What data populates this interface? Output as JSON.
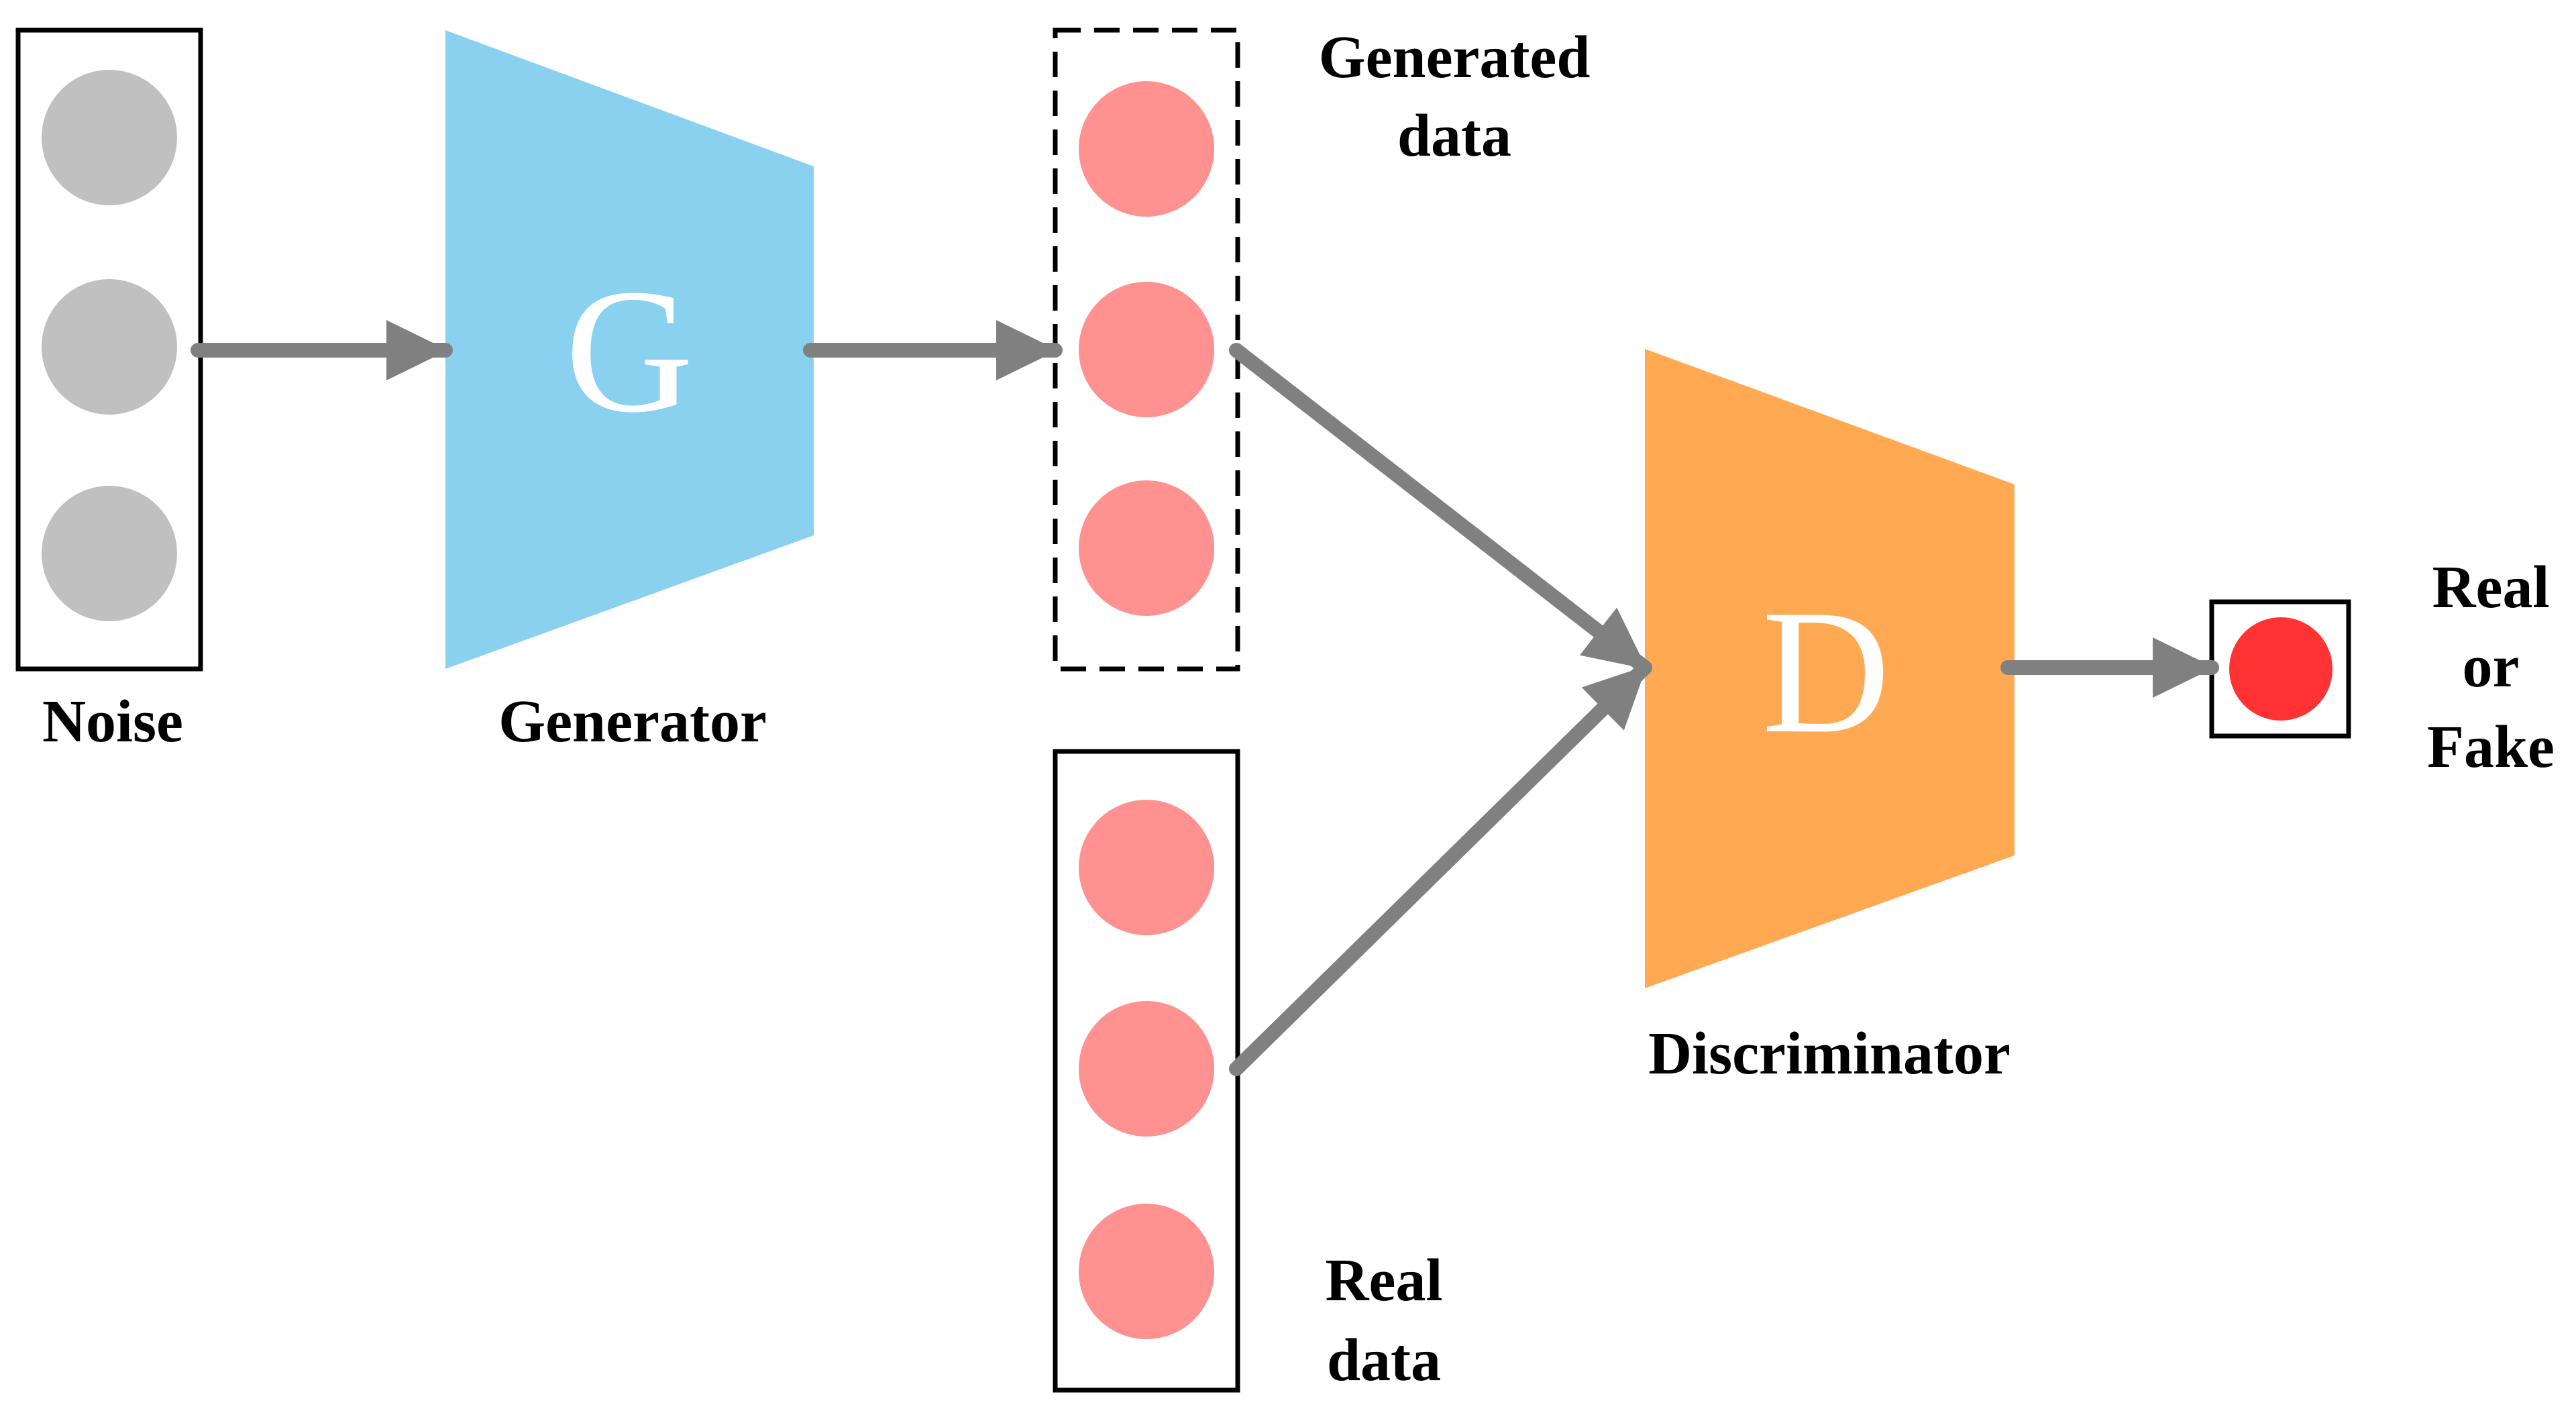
{
  "colors": {
    "noise_node": "#C0C0C0",
    "data_node": "#FF9191",
    "output_node": "#FF3333",
    "generator": "#89D1EF",
    "discriminator": "#FFAA52",
    "arrow": "#808080",
    "border": "#000000"
  },
  "noise": {
    "label": "Noise"
  },
  "generator": {
    "letter": "G",
    "label": "Generator"
  },
  "generated_data": {
    "label_line1": "Generated",
    "label_line2": "data"
  },
  "real_data": {
    "label_line1": "Real",
    "label_line2": "data"
  },
  "discriminator": {
    "letter": "D",
    "label": "Discriminator"
  },
  "output": {
    "label_line1": "Real",
    "label_line2": "or",
    "label_line3": "Fake"
  }
}
